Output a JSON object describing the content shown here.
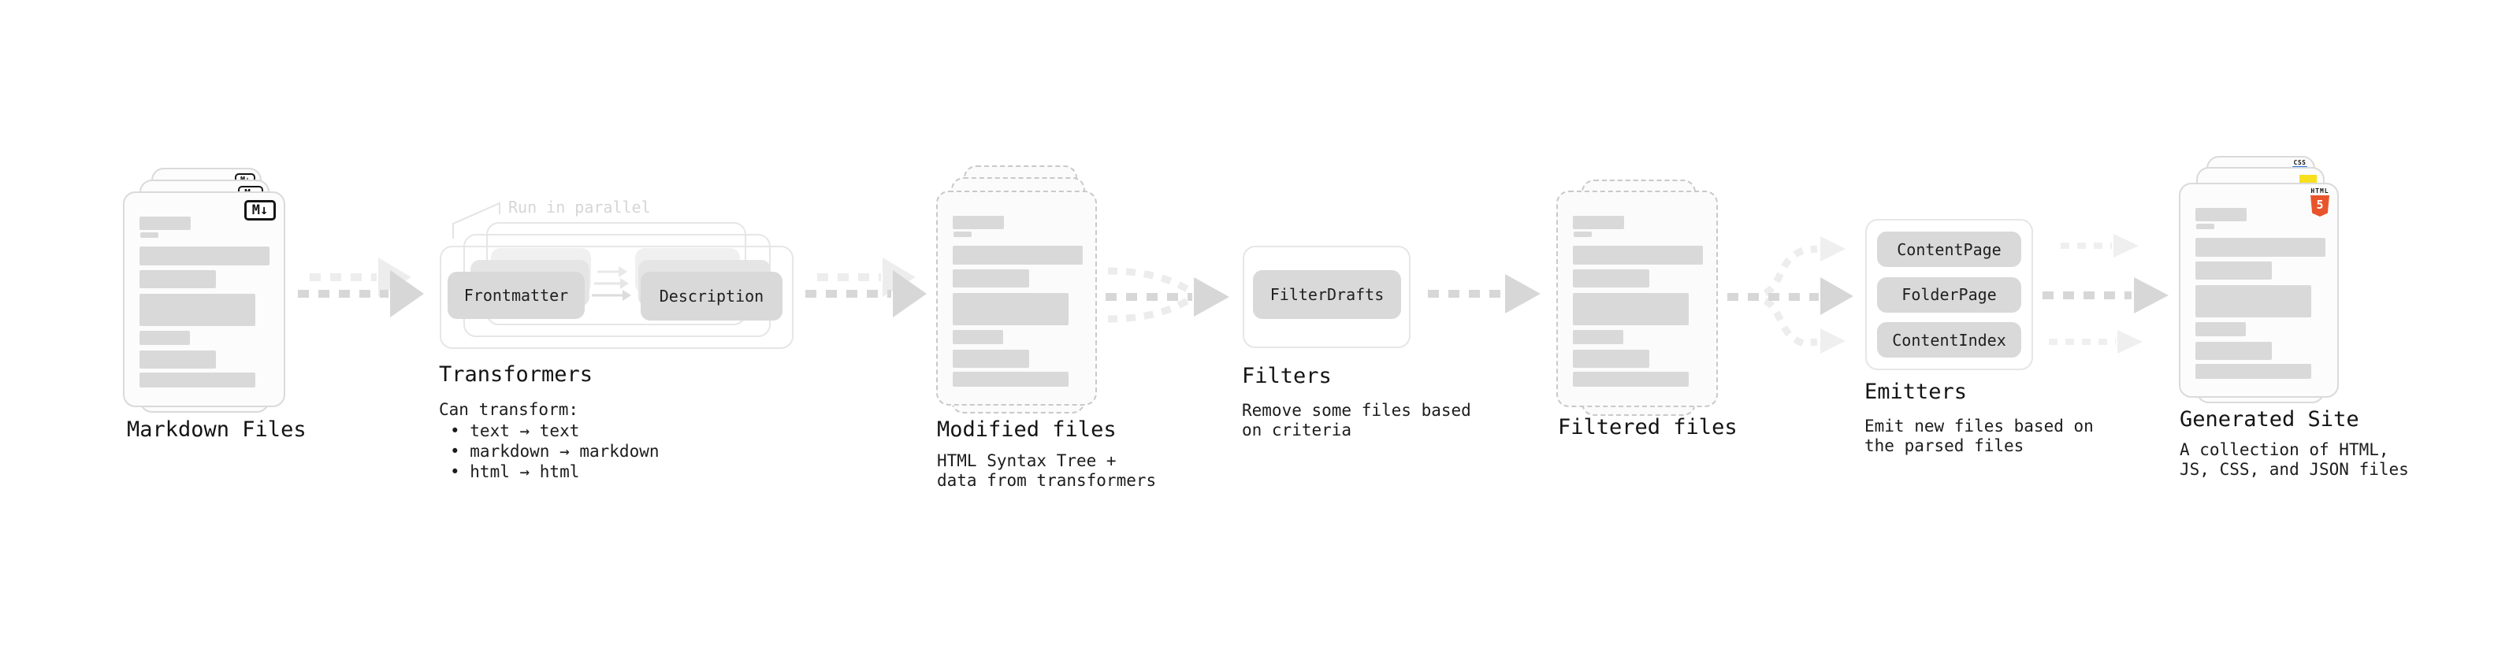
{
  "pipeline": {
    "markdown": {
      "label": "Markdown Files",
      "badge": "M↓"
    },
    "transformers": {
      "label": "Transformers",
      "callout": "Run in parallel",
      "pill_left": "Frontmatter",
      "pill_right": "Description",
      "note_title": "Can transform:",
      "bullets": [
        "• text → text",
        "• markdown → markdown",
        "• html → html"
      ]
    },
    "modified": {
      "label": "Modified files",
      "sub1": "HTML Syntax Tree +",
      "sub2": "data from transformers"
    },
    "filters": {
      "label": "Filters",
      "pill": "FilterDrafts",
      "sub1": "Remove some files based",
      "sub2": "on criteria"
    },
    "filtered": {
      "label": "Filtered files"
    },
    "emitters": {
      "label": "Emitters",
      "pills": [
        "ContentPage",
        "FolderPage",
        "ContentIndex"
      ],
      "sub1": "Emit new files based on",
      "sub2": "the parsed files"
    },
    "site": {
      "label": "Generated Site",
      "badge_css": "CSS",
      "badge_html_text": "HTML",
      "badge_html_number": "5",
      "sub1": "A collection of HTML,",
      "sub2": "JS, CSS, and JSON files"
    }
  },
  "colors": {
    "html_orange": "#e8542c",
    "js_yellow": "#f7df1e",
    "css_blue": "#2f6fe0",
    "ink": "#181818",
    "pill_gray": "#d9d9d9",
    "arrow_dark": "#d7d7d7",
    "arrow_light": "#ededed"
  }
}
